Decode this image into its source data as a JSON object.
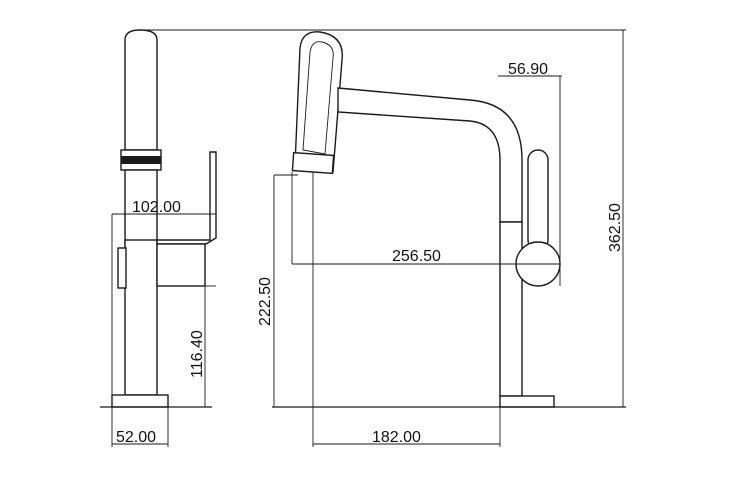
{
  "dimensions": {
    "side_width_top": "102.00",
    "side_height_lever": "116.40",
    "side_base_width": "52.00",
    "front_spout_height": "222.50",
    "front_reach": "256.50",
    "front_handle_offset": "56.90",
    "front_total_height": "362.50",
    "front_base_to_spout": "182.00"
  },
  "colors": {
    "line": "#1a1a1a",
    "background": "#ffffff"
  }
}
